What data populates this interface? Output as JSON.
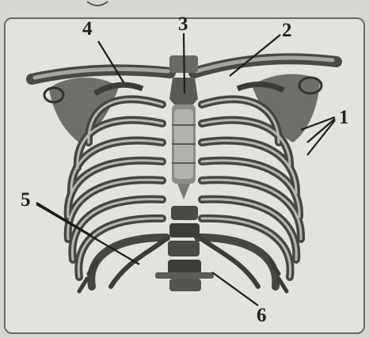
{
  "labels": {
    "ribs": "1",
    "clavicle": "2",
    "manubrium": "3",
    "scapula": "4",
    "costal_cartilage": "5",
    "vertebra": "6"
  }
}
